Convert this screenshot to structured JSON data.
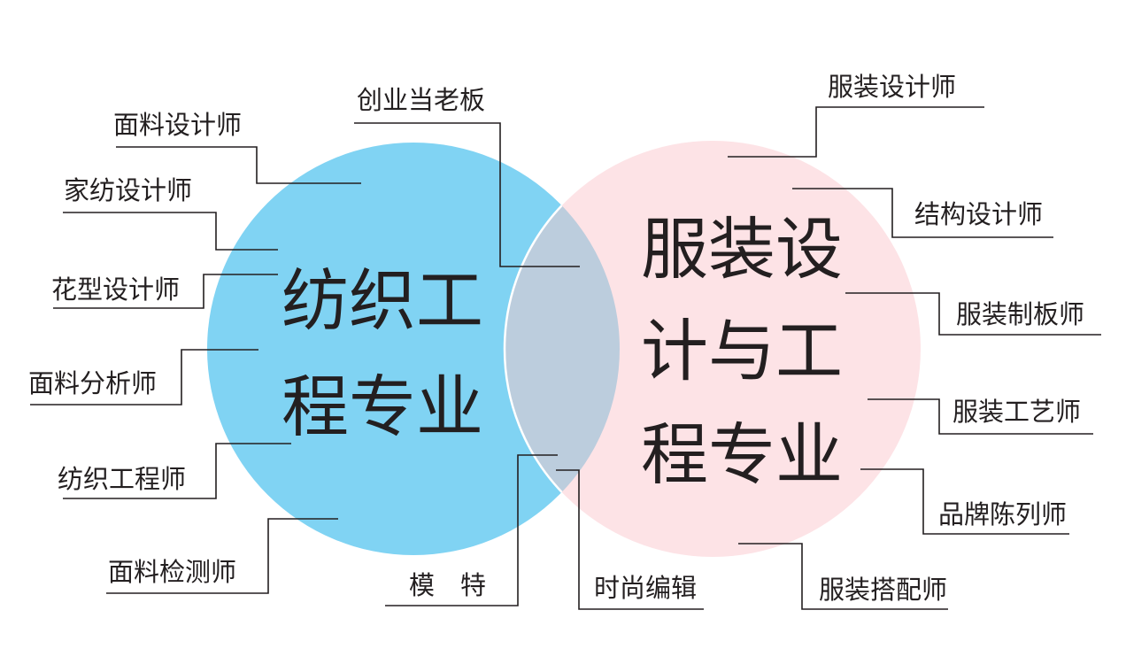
{
  "colors": {
    "textile_circle": "#80d3f3",
    "fashion_circle": "#fde3e6",
    "overlap": "#bccddd",
    "line": "#231f20"
  },
  "textile": {
    "title_line1": "纺织工",
    "title_line2": "程专业",
    "careers": [
      "面料设计师",
      "家纺设计师",
      "花型设计师",
      "面料分析师",
      "纺织工程师",
      "面料检测师"
    ]
  },
  "fashion": {
    "title_line1": "服装设",
    "title_line2": "计与工",
    "title_line3": "程专业",
    "careers": [
      "服装设计师",
      "结构设计师",
      "服装制板师",
      "服装工艺师",
      "品牌陈列师",
      "服装搭配师"
    ]
  },
  "shared": {
    "careers": [
      "创业当老板",
      "模　特",
      "时尚编辑"
    ]
  }
}
